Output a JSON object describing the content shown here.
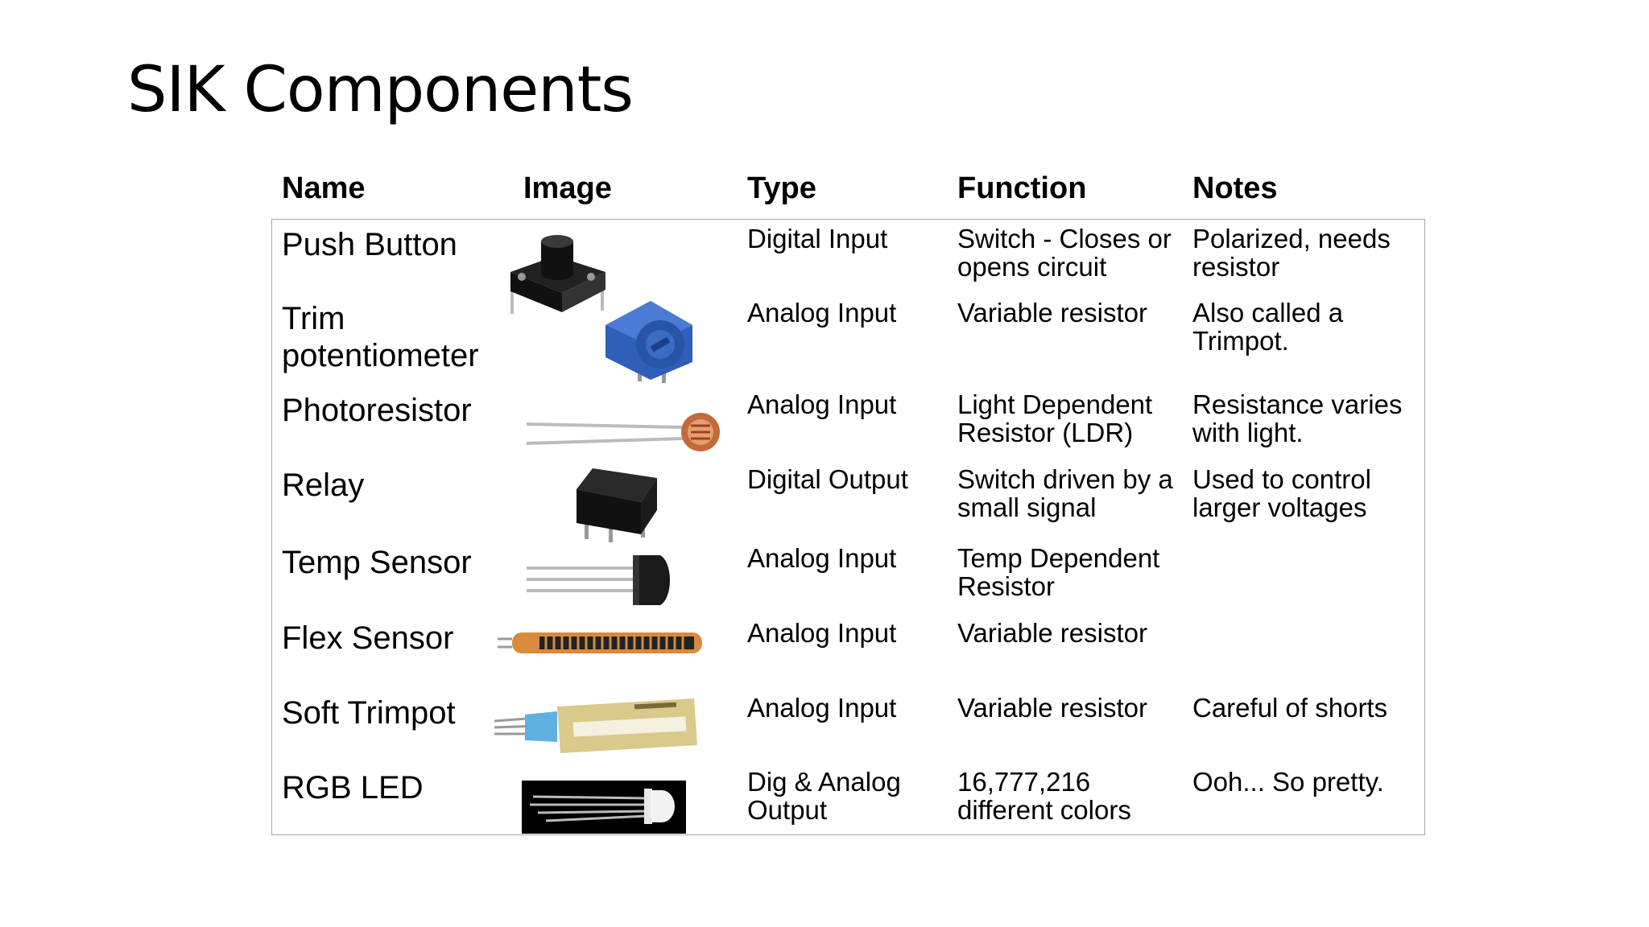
{
  "title": "SIK Components",
  "columns": [
    "Name",
    "Image",
    "Type",
    "Function",
    "Notes"
  ],
  "rows": [
    {
      "name": "Push Button",
      "image_icon": "push-button-image",
      "type": "Digital Input",
      "function": "Switch - Closes or opens circuit",
      "notes": "Polarized, needs resistor"
    },
    {
      "name": "Trim potentiometer",
      "image_icon": "trim-potentiometer-image",
      "type": "Analog Input",
      "function": "Variable resistor",
      "notes": "Also called a Trimpot."
    },
    {
      "name": "Photoresistor",
      "image_icon": "photoresistor-image",
      "type": "Analog Input",
      "function": "Light Dependent Resistor (LDR)",
      "notes": "Resistance varies with light."
    },
    {
      "name": "Relay",
      "image_icon": "relay-image",
      "type": "Digital Output",
      "function": "Switch driven by a small signal",
      "notes": "Used to control larger voltages"
    },
    {
      "name": "Temp Sensor",
      "image_icon": "temp-sensor-image",
      "type": "Analog Input",
      "function": "Temp Dependent Resistor",
      "notes": ""
    },
    {
      "name": "Flex Sensor",
      "image_icon": "flex-sensor-image",
      "type": "Analog Input",
      "function": "Variable resistor",
      "notes": ""
    },
    {
      "name": "Soft Trimpot",
      "image_icon": "soft-trimpot-image",
      "type": "Analog Input",
      "function": "Variable resistor",
      "notes": "Careful of shorts"
    },
    {
      "name": "RGB LED",
      "image_icon": "rgb-led-image",
      "type": "Dig & Analog Output",
      "function": "16,777,216 different colors",
      "notes": "Ooh... So pretty."
    }
  ],
  "colors": {
    "border": "#a8a8a8",
    "potentiometer_blue": "#2f5fb8",
    "flex_orange": "#d98a3a",
    "soft_pot_tan": "#d9c98a"
  }
}
